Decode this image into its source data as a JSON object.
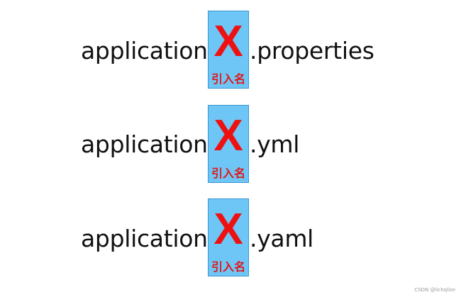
{
  "rows": [
    {
      "prefix": "application-",
      "placeholder_mark": "X",
      "placeholder_label": "引入名",
      "suffix": ".properties"
    },
    {
      "prefix": "application-",
      "placeholder_mark": "X",
      "placeholder_label": "引入名",
      "suffix": ".yml"
    },
    {
      "prefix": "application-",
      "placeholder_mark": "X",
      "placeholder_label": "引入名",
      "suffix": ".yaml"
    }
  ],
  "colors": {
    "box_fill": "#6ec6f7",
    "box_border": "#3a95cf",
    "mark": "#ee1111",
    "label": "#e01818",
    "text": "#111111"
  },
  "watermark": "CSDN @lichqlize"
}
